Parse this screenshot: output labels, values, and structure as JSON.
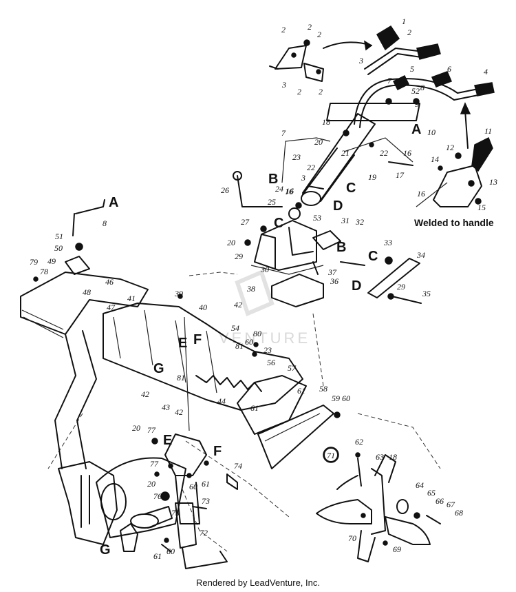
{
  "watermark": "VENTURE",
  "note": "Welded to handle",
  "footer": "Rendered by LeadVenture, Inc.",
  "letters": [
    "A",
    "B",
    "C",
    "D",
    "C",
    "B",
    "C",
    "D",
    "A",
    "E",
    "F",
    "G",
    "E",
    "F",
    "G"
  ],
  "callouts": [
    "1",
    "2",
    "2",
    "2",
    "2",
    "2",
    "2",
    "3",
    "3",
    "4",
    "4",
    "5",
    "6",
    "7",
    "7",
    "52",
    "8",
    "9",
    "10",
    "11",
    "12",
    "13",
    "14",
    "15",
    "16",
    "16",
    "16",
    "17",
    "18",
    "19",
    "20",
    "21",
    "22",
    "22",
    "23",
    "3",
    "24",
    "16",
    "25",
    "26",
    "53",
    "27",
    "31",
    "32",
    "20",
    "29",
    "30",
    "33",
    "34",
    "37",
    "36",
    "38",
    "29",
    "35",
    "8",
    "51",
    "50",
    "79",
    "78",
    "49",
    "48",
    "46",
    "47",
    "41",
    "39",
    "40",
    "42",
    "54",
    "80",
    "60",
    "81",
    "23",
    "56",
    "81",
    "57",
    "43",
    "42",
    "44",
    "42",
    "61",
    "61",
    "58",
    "59",
    "60",
    "20",
    "77",
    "77",
    "20",
    "61",
    "60",
    "74",
    "76",
    "75",
    "73",
    "72",
    "61",
    "60",
    "62",
    "63",
    "18",
    "64",
    "65",
    "66",
    "67",
    "68",
    "70",
    "69",
    "71"
  ]
}
